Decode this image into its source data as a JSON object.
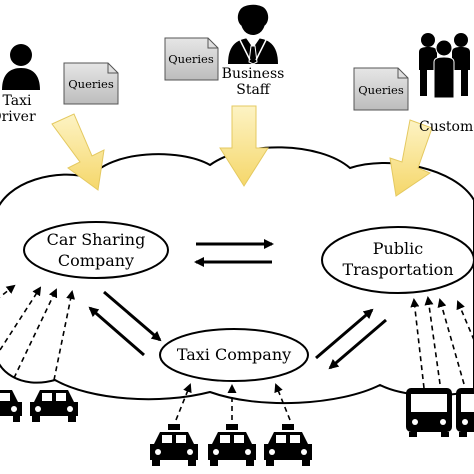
{
  "actors": {
    "taxi_driver": {
      "line1": "Taxi",
      "line2": "Driver",
      "icon": "person-icon"
    },
    "business_staff": {
      "line1": "Business",
      "line2": "Staff",
      "icon": "businessman-icon"
    },
    "customers": {
      "line1": "Customers",
      "icon": "group-icon"
    }
  },
  "queries": {
    "left": "Queries",
    "center": "Queries",
    "right": "Queries"
  },
  "nodes": {
    "car_sharing": {
      "line1": "Car Sharing",
      "line2": "Company"
    },
    "public_transport": {
      "line1": "Public",
      "line2": "Trasportation"
    },
    "taxi_company": {
      "label": "Taxi Company"
    }
  },
  "vehicles": {
    "car_icon": "car-icon",
    "taxi_icon": "taxi-icon",
    "bus_icon": "bus-icon"
  },
  "colors": {
    "query_arrow_fill": "#f6e58a",
    "query_arrow_stroke": "#e4c960",
    "doc_fill": "#d4d4d4",
    "ink": "#000000"
  }
}
